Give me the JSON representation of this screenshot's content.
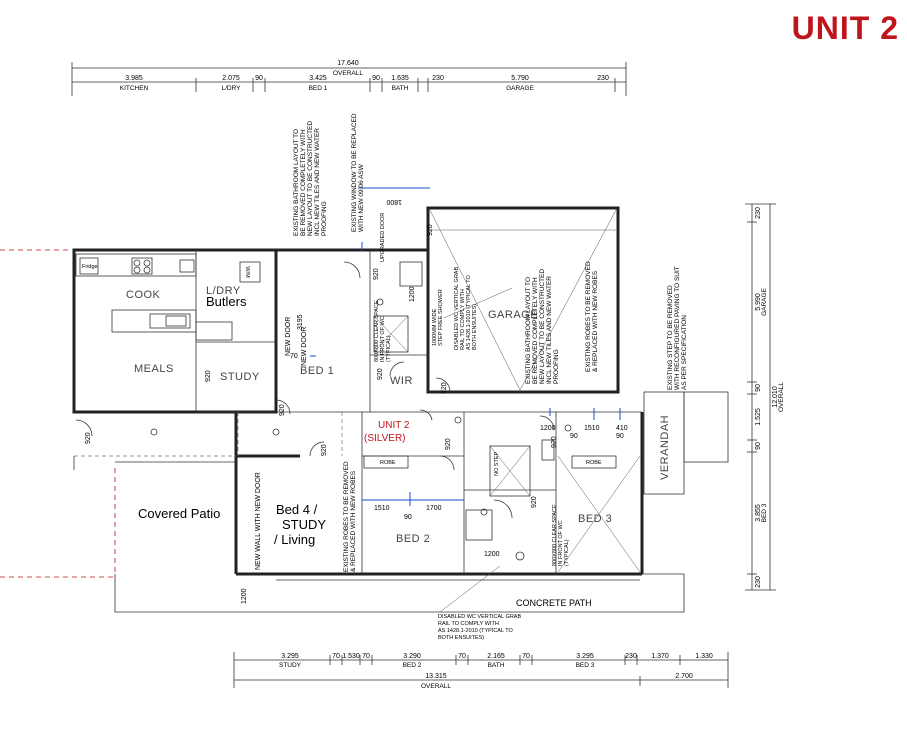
{
  "title": "UNIT 2",
  "top_dims": {
    "overall_value": "17.640",
    "overall_label": "OVERALL",
    "segments": [
      {
        "value": "3.985",
        "label": "KITCHEN"
      },
      {
        "value": "2.075",
        "label": "L/DRY"
      },
      {
        "value": "90",
        "label": ""
      },
      {
        "value": "3.425",
        "label": "BED 1"
      },
      {
        "value": "90",
        "label": ""
      },
      {
        "value": "1.635",
        "label": "BATH"
      },
      {
        "value": "230",
        "label": ""
      },
      {
        "value": "5.790",
        "label": "GARAGE"
      },
      {
        "value": "230",
        "label": ""
      }
    ]
  },
  "bottom_dims": {
    "segments": [
      {
        "value": "3.295",
        "label": "STUDY"
      },
      {
        "value": "70",
        "label": ""
      },
      {
        "value": "1.530",
        "label": ""
      },
      {
        "value": "70",
        "label": ""
      },
      {
        "value": "3.290",
        "label": "BED 2"
      },
      {
        "value": "70",
        "label": ""
      },
      {
        "value": "2.165",
        "label": "BATH"
      },
      {
        "value": "70",
        "label": ""
      },
      {
        "value": "3.295",
        "label": "BED 3"
      },
      {
        "value": "230",
        "label": ""
      },
      {
        "value": "1.370",
        "label": ""
      },
      {
        "value": "1.330",
        "label": ""
      }
    ],
    "overall_value": "13.315",
    "overall_label": "OVERALL",
    "extra_value": "2.700"
  },
  "right_dims": {
    "overall_value": "12.010",
    "overall_label": "OVERALL",
    "segments": [
      {
        "value": "230",
        "label": ""
      },
      {
        "value": "5.990",
        "label": "GARAGE"
      },
      {
        "value": "90",
        "label": ""
      },
      {
        "value": "1.525",
        "label": ""
      },
      {
        "value": "90",
        "label": ""
      },
      {
        "value": "3.855",
        "label": "BED 3"
      },
      {
        "value": "230",
        "label": ""
      }
    ]
  },
  "rooms": {
    "cook": "COOK",
    "butlers": "Butlers",
    "ldry": "L/DRY",
    "meals": "MEALS",
    "study": "STUDY",
    "bed1": "BED 1",
    "wir": "WIR",
    "garage": "GARAGE",
    "unit2": "UNIT 2",
    "silver": "(SILVER)",
    "bed4_l1": "Bed 4 /",
    "bed4_l2": "STUDY",
    "bed4_l3": "/ Living",
    "bed2": "BED 2",
    "bed3": "BED 3",
    "covered_patio": "Covered Patio",
    "verandah": "VERANDAH",
    "concrete_path": "CONCRETE PATH",
    "robe_a": "ROBE",
    "robe_b": "ROBE"
  },
  "labels": {
    "wm": "W/M",
    "fridge": "Fridge",
    "new_door_a": "NEW DOOR",
    "new_door_b": "NEW DOOR",
    "new_wall": "NEW WALL WITH NEW DOOR",
    "d920_a": "920",
    "d920_b": "920",
    "d920_c": "920",
    "d920_d": "920",
    "d920_e": "920",
    "d920_f": "920",
    "d920_g": "920",
    "d920_h": "920",
    "d920_i": "920",
    "d920_j": "920",
    "d920_k": "920",
    "d3195": "3195",
    "d70": "70",
    "d1800": "1800",
    "d1200_a": "1200",
    "d1200_b": "1200",
    "d1200_c": "1200",
    "d1200_d": "1200",
    "d1510_a": "1510",
    "d1510_b": "1510",
    "d1700": "1700",
    "d90_a": "90",
    "d90_b": "90",
    "d90_c": "90",
    "d410": "410",
    "upgraded_door": "UPGRADED DOOR",
    "no_step": "NO STEP"
  },
  "notes": {
    "bath1_l1": "EXISTING BATHROOM LAYOUT TO",
    "bath1_l2": "BE REMOVED COMPLETELY WITH",
    "bath1_l3": "NEW LAYOUT TO BE CONSTRUCTED",
    "bath1_l4": "INCL NEW TILES AND NEW WATER",
    "bath1_l5": "PROOFING",
    "window_l1": "EXISTING WINDOW TO BE REPLACED",
    "window_l2": "WITH NEW 09.06 ASW",
    "bath2_l1": "EXISTING BATHROOM LAYOUT TO",
    "bath2_l2": "BE REMOVED COMPLETELY WITH",
    "bath2_l3": "NEW LAYOUT TO BE CONSTRUCTED",
    "bath2_l4": "INCL NEW TILES AND NEW WATER",
    "bath2_l5": "PROOFING",
    "robes_l1": "EXISTING ROBES TO BE REMOVED",
    "robes_l2": "& REPLACED WITH NEW ROBES",
    "robes2_l1": "EXISTING ROBES TO BE REMOVED",
    "robes2_l2": "& REPLACED WITH NEW ROBES",
    "step_l1": "EXISTING STEP TO BE REMOVED",
    "step_l2": "WITH RECONFIGURED PAVING TO SUIT",
    "step_l3": "AS PER SPECIFICATION",
    "grab_l1": "DISABLED WC VERTICAL GRAB",
    "grab_l2": "RAIL TO COMPLY WITH",
    "grab_l3": "AS 1428.1-2010 (TYPICAL TO",
    "grab_l4": "BOTH ENSUITES)",
    "grab2_l1": "DISABLED WC VERTICAL GRAB",
    "grab2_l2": "RAIL TO COMPLY WITH",
    "grab2_l3": "AS 1428.1-2010 (TYPICAL TO",
    "grab2_l4": "BOTH ENSUITES)",
    "clear_l1": "800X800 CLEAR SPACE",
    "clear_l2": "IN FRONT OF WC",
    "clear_l3": "(TYPICAL)",
    "clear2_l1": "800X800 CLEAR SPACE",
    "clear2_l2": "IN FRONT OF WC",
    "clear2_l3": "(TYPICAL)",
    "shower_l1": "1000MM WIDE",
    "shower_l2": "STEP FREE SHOWER"
  }
}
